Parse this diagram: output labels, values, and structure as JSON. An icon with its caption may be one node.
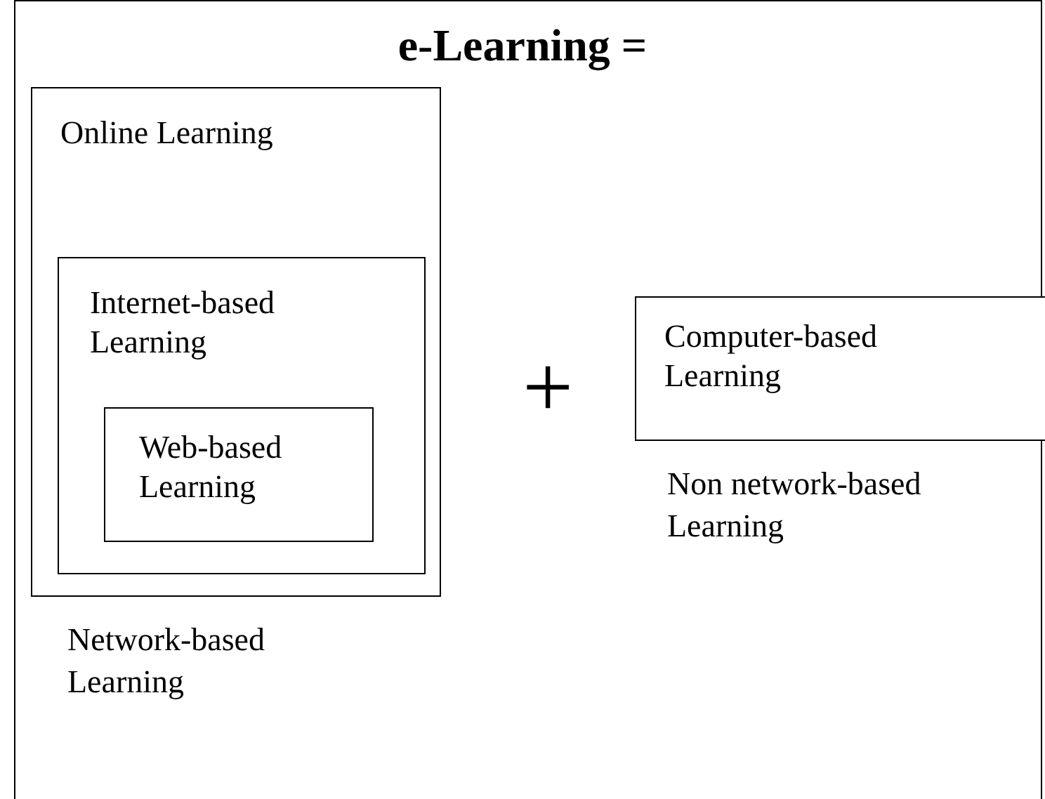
{
  "diagram": {
    "title": "e-Learning =",
    "nodes": [
      {
        "text": [
          "Online Learning"
        ],
        "beside": [
          "Network-based Learning"
        ]
      },
      {
        "text": [
          "Internet-based Learning"
        ],
        "in": 0
      },
      {
        "text": [
          "Web-based Learning"
        ],
        "in": 1
      },
      {
        "text": [
          "Computer-based Learning"
        ],
        "beside": [
          "Non network-based Learning"
        ]
      }
    ],
    "labels": [
      "+"
    ]
  }
}
